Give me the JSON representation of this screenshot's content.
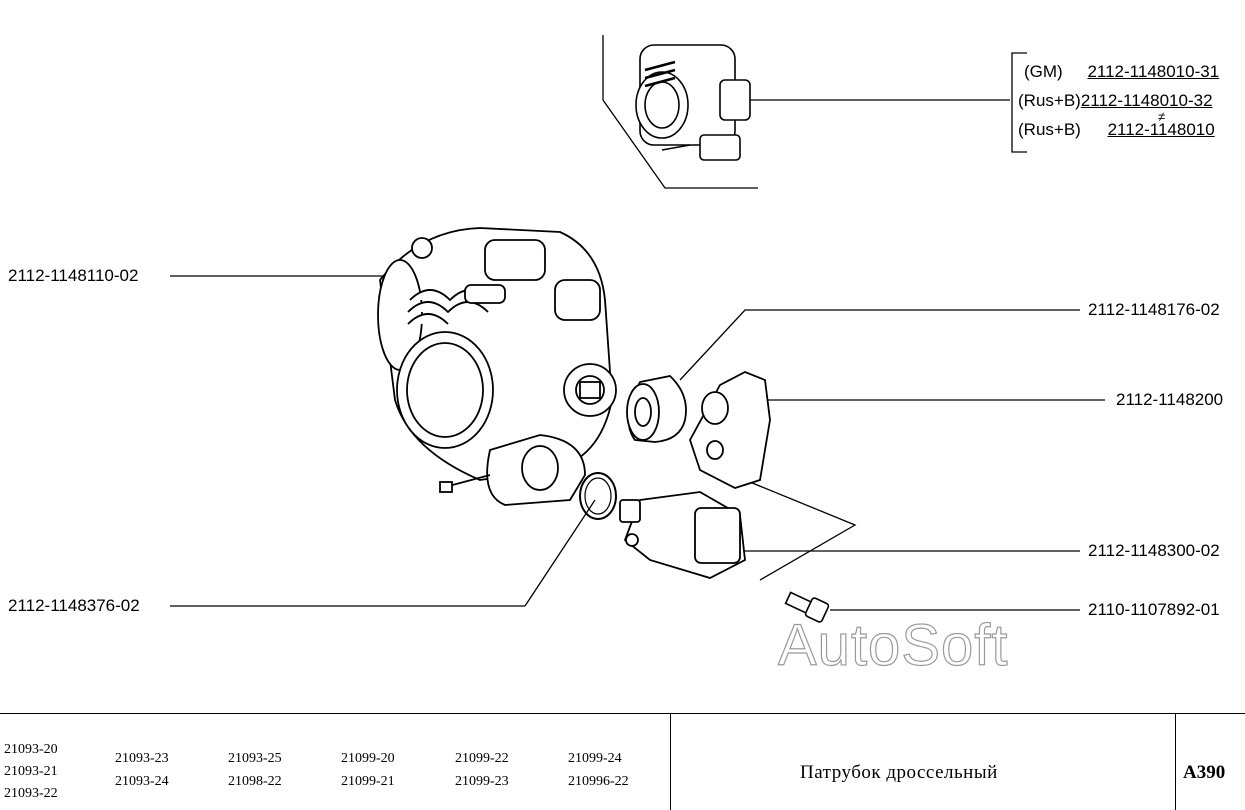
{
  "variants": [
    {
      "tag": "(GM)",
      "code": "2112-1148010-31"
    },
    {
      "tag": "(Rus+B)",
      "code": "2112-1148010-32"
    },
    {
      "tag": "(Rus+B)",
      "code": "2112-1148010"
    }
  ],
  "variant_mark": "≠",
  "parts": {
    "throttle_body": "2112-1148110-02",
    "seal_ring": "2112-1148376-02",
    "gasket": "2112-1148176-02",
    "position_sensor": "2112-1148200",
    "idle_regulator": "2112-1148300-02",
    "screw": "2110-1107892-01"
  },
  "watermark": "AutoSoft",
  "title_block": {
    "models_col0": [
      "21093-20",
      "21093-21",
      "21093-22"
    ],
    "models_grid": [
      [
        "21093-23",
        "21093-24"
      ],
      [
        "21093-25",
        "21098-22"
      ],
      [
        "21099-20",
        "21099-21"
      ],
      [
        "21099-22",
        "21099-23"
      ],
      [
        "21099-24",
        "210996-22"
      ]
    ],
    "title": "Патрубок дроссельный",
    "code": "А390"
  }
}
